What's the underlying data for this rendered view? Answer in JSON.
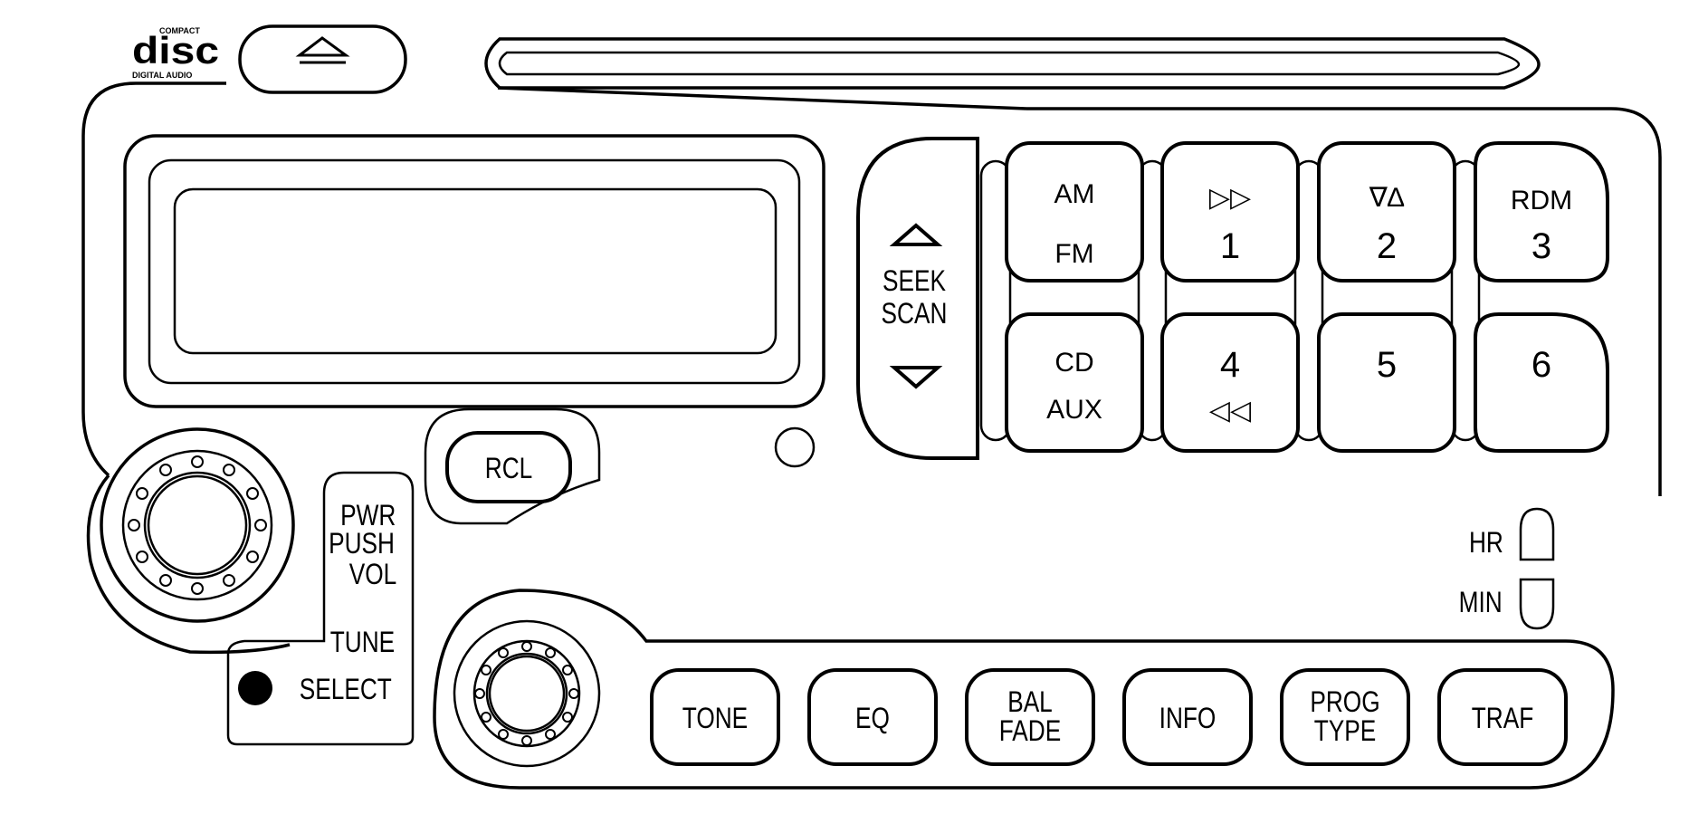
{
  "logo": {
    "top": "COMPACT",
    "main": "disc",
    "bottom": "DIGITAL AUDIO"
  },
  "seek": {
    "line1": "SEEK",
    "line2": "SCAN"
  },
  "presets": {
    "am_fm": {
      "top": "AM",
      "bottom": "FM"
    },
    "p1": {
      "glyph": "▷▷",
      "number": "1"
    },
    "p2": {
      "glyph": "∇∆",
      "number": "2"
    },
    "p3": {
      "label": "RDM",
      "number": "3"
    },
    "cd_aux": {
      "top": "CD",
      "bottom": "AUX"
    },
    "p4": {
      "number": "4",
      "glyph": "◁◁"
    },
    "p5": {
      "number": "5"
    },
    "p6": {
      "number": "6"
    }
  },
  "rcl": "RCL",
  "power_knob": {
    "line1": "PWR",
    "line2": "PUSH",
    "line3": "VOL"
  },
  "tune_knob": {
    "line1": "TUNE",
    "line2": "SELECT"
  },
  "clock": {
    "hr": "HR",
    "min": "MIN"
  },
  "bottom_buttons": {
    "tone": "TONE",
    "eq": "EQ",
    "bal_fade": {
      "line1": "BAL",
      "line2": "FADE"
    },
    "info": "INFO",
    "prog_type": {
      "line1": "PROG",
      "line2": "TYPE"
    },
    "traf": "TRAF"
  }
}
